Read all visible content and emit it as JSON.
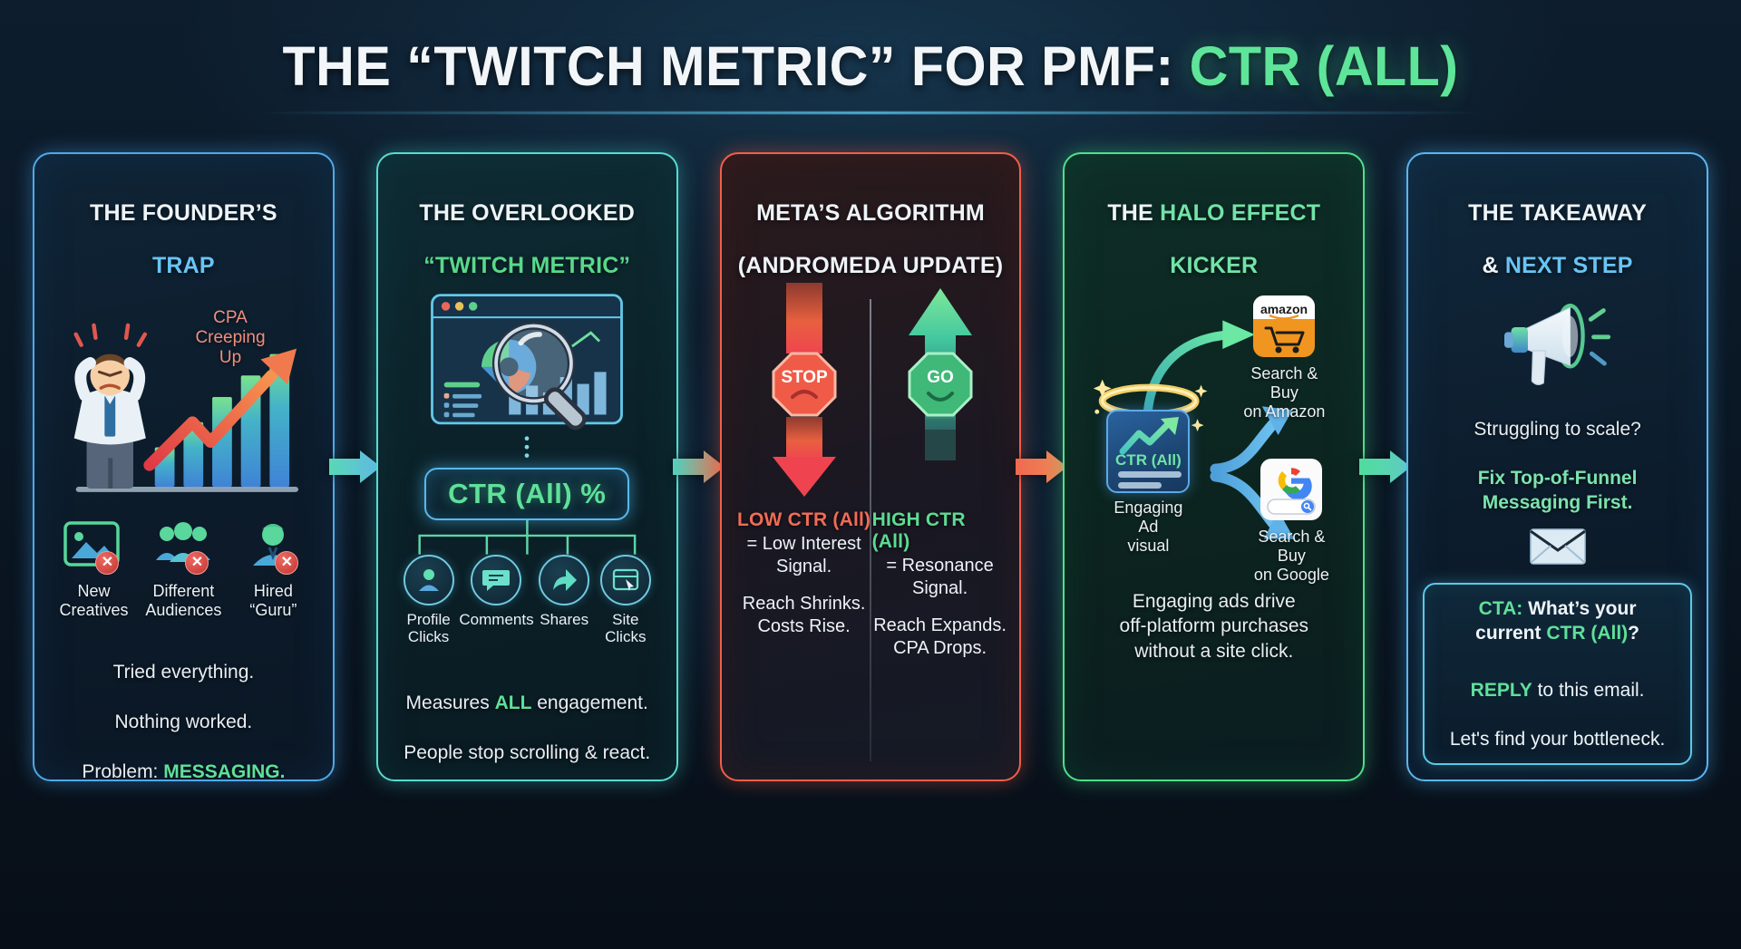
{
  "title": {
    "main": "THE “TWITCH METRIC” FOR PMF: ",
    "accent": "CTR (ALL)"
  },
  "panels": [
    {
      "id": "founders-trap",
      "heading_line1": "THE FOUNDER’S",
      "heading_line2": "TRAP",
      "chart_label": "CPA\nCreeping\nUp",
      "icons": [
        {
          "name": "new-creatives",
          "label": "New\nCreatives",
          "badge": "✕"
        },
        {
          "name": "different-audiences",
          "label": "Different\nAudiences",
          "badge": "✕"
        },
        {
          "name": "hired-guru",
          "label": "Hired\n“Guru”",
          "badge": "✕"
        }
      ],
      "body_line1": "Tried everything.",
      "body_line2": "Nothing worked.",
      "body_line3_prefix": "Problem: ",
      "body_line3_accent": "MESSAGING."
    },
    {
      "id": "overlooked-twitch-metric",
      "heading_line1": "THE OVERLOOKED",
      "heading_line2": "“TWITCH METRIC”",
      "chip": "CTR (All) %",
      "subitems": [
        {
          "name": "profile-clicks",
          "label": "Profile\nClicks",
          "icon": "person-icon"
        },
        {
          "name": "comments",
          "label": "Comments",
          "icon": "comment-bubble-icon"
        },
        {
          "name": "shares",
          "label": "Shares",
          "icon": "share-arrow-icon"
        },
        {
          "name": "site-clicks",
          "label": "Site\nClicks",
          "icon": "browser-cursor-icon"
        }
      ],
      "body_line1_a": "Measures ",
      "body_line1_accent": "ALL",
      "body_line1_b": " engagement.",
      "body_line2": "People stop scrolling & react."
    },
    {
      "id": "metas-algorithm",
      "heading_line1": "META’S ALGORITHM",
      "heading_line2": "(ANDROMEDA UPDATE)",
      "left": {
        "sign": "STOP",
        "head": "LOW CTR (All)",
        "sub": "= Low Interest\nSignal.",
        "note": "Reach Shrinks.\nCosts Rise."
      },
      "right": {
        "sign": "GO",
        "head": "HIGH CTR (All)",
        "sub": "= Resonance\nSignal.",
        "note": "Reach Expands.\nCPA Drops."
      }
    },
    {
      "id": "halo-effect-kicker",
      "heading_line1_a": "THE ",
      "heading_line1_accent": "HALO EFFECT",
      "heading_line2": "KICKER",
      "ad_card_label": "CTR (All)",
      "ad_caption": "Engaging Ad\nvisual",
      "amazon_brand": "amazon",
      "amazon_caption": "Search & Buy\non Amazon",
      "google_brand": "G",
      "google_caption": "Search & Buy\non Google",
      "body": "Engaging ads drive\noff-platform purchases\nwithout a site click."
    },
    {
      "id": "takeaway-next-step",
      "heading_line1": "THE TAKEAWAY",
      "heading_line2_a": "& ",
      "heading_line2_accent": "NEXT STEP",
      "body_line1": "Struggling to scale?",
      "body_line2_accent": "Fix Top-of-Funnel\nMessaging First.",
      "cta_label": "CTA:",
      "cta_text_a": " What’s your",
      "cta_text_b": "current ",
      "cta_metric": "CTR (All)",
      "cta_text_c": "?",
      "reply_label": "REPLY",
      "reply_text": " to this email.",
      "reply_line2": "Let's find your bottleneck."
    }
  ],
  "connectors": [
    {
      "name": "arrow-panel1-to-panel2",
      "color": "#5fd9b0"
    },
    {
      "name": "arrow-panel2-to-panel3",
      "color": "#5bd2c0"
    },
    {
      "name": "arrow-panel3-to-panel4",
      "color": "#ef6a4f"
    },
    {
      "name": "arrow-panel4-to-panel5",
      "color": "#55dba2"
    }
  ],
  "colors": {
    "accent_green": "#5ee59a",
    "accent_blue": "#69c4f5",
    "panel1_border": "#4fa9e8",
    "panel2_border": "#58dbd2",
    "panel3_border": "#f0604a",
    "panel4_border": "#4fe08c",
    "panel5_border": "#5bb6f0",
    "low_ctr": "#f26b55",
    "high_ctr": "#5ddb92",
    "background": "#0a1420"
  }
}
